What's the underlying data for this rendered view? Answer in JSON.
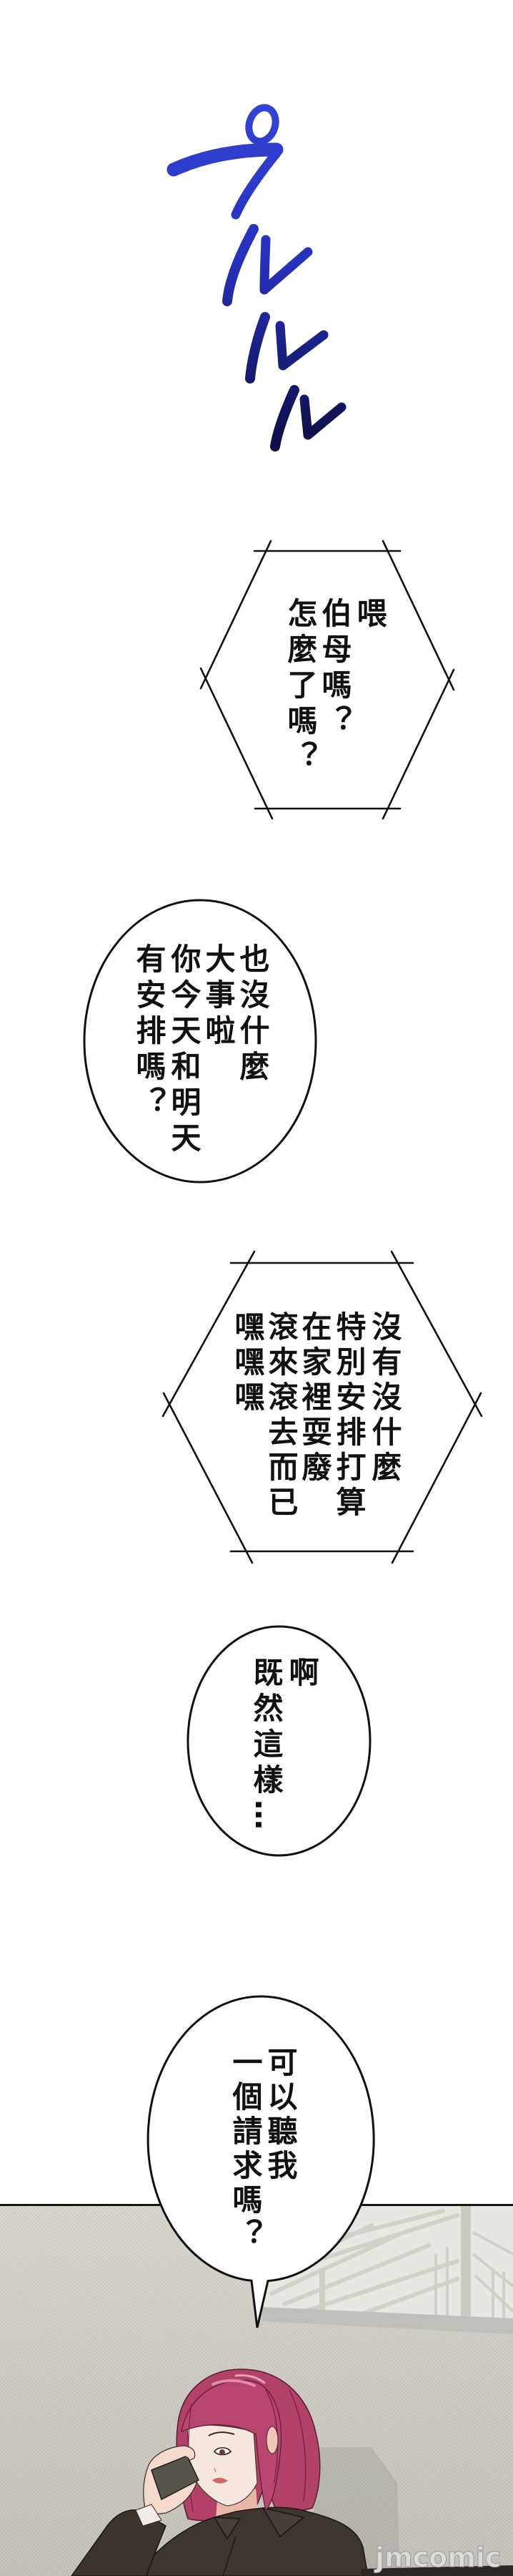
{
  "sfx": {
    "text": "プルルル",
    "color_top": "#3343d6",
    "color_bottom": "#0b0c3c"
  },
  "bubbles": [
    {
      "shape": "hexagon",
      "columns": [
        "喂",
        "伯母嗎？",
        "怎麼了嗎？"
      ]
    },
    {
      "shape": "oval",
      "columns": [
        "也沒什麼",
        "大事啦",
        "你今天和明天",
        "有安排嗎？"
      ]
    },
    {
      "shape": "hexagon",
      "columns": [
        "沒有沒什麼",
        "特別安排打算",
        "在家裡耍廢",
        "滾來滾去而已",
        "嘿嘿嘿"
      ]
    },
    {
      "shape": "oval",
      "columns": [
        "啊",
        "既然這樣…"
      ]
    },
    {
      "shape": "oval-with-tail",
      "columns": [
        "可以聽我",
        "一個請求嗎？"
      ]
    }
  ],
  "panel": {
    "scene": "Woman with a magenta bob haircut in a dark shirt holding a phone to her ear against a gray textured wall, window light with palm-leaf shadows at upper right",
    "watermark": "jmcomic",
    "colors": {
      "wall": "#cbc9c2",
      "window_light": "#e7e8e1",
      "hair": "#b2416a",
      "skin": "#f7e8df",
      "shirt": "#3c3530",
      "phone": "#57534d",
      "border": "#161616"
    }
  }
}
